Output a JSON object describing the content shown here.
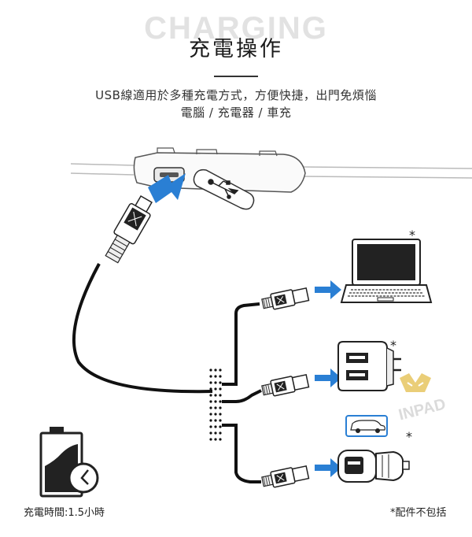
{
  "header": {
    "bg_word": "CHARGING",
    "title": "充電操作",
    "subtitle_line1": "USB線適用於多種充電方式，方便快捷，出門免煩惱",
    "subtitle_line2": "電腦 / 充電器 / 車充"
  },
  "devices": {
    "laptop_mark": "*",
    "wall_charger_mark": "*",
    "car_charger_mark": "*"
  },
  "watermark": {
    "text": "INPAD"
  },
  "footer": {
    "charge_time": "充電時間:1.5小時",
    "accessories_note": "*配件不包括"
  },
  "colors": {
    "arrow_blue": "#2a7fd4",
    "cable": "#111111",
    "watermark_gold": "#e8c96a"
  }
}
